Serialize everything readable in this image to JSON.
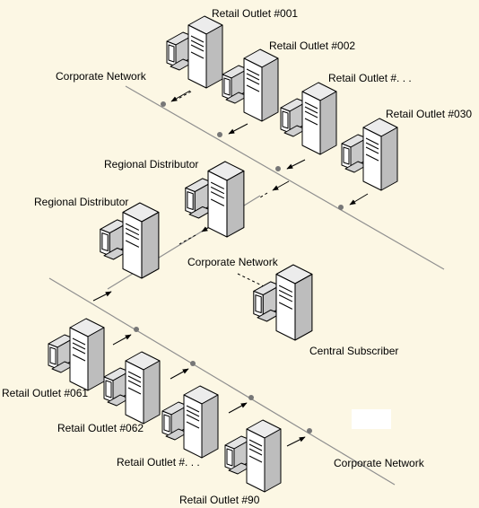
{
  "labels": {
    "outlet_001": "Retail Outlet #001",
    "outlet_002": "Retail Outlet #002",
    "outlet_etc_top": "Retail Outlet #. . .",
    "outlet_030": "Retail Outlet #030",
    "corp_net_top": "Corporate Network",
    "regional_1": "Regional Distributor",
    "regional_2": "Regional Distributor",
    "corp_net_mid": "Corporate Network",
    "central_subscriber": "Central Subscriber",
    "outlet_061": "Retail Outlet #061",
    "outlet_062": "Retail Outlet #062",
    "outlet_etc_bottom": "Retail Outlet #. . .",
    "outlet_90": "Retail Outlet #90",
    "corp_net_bottom": "Corporate Network"
  },
  "colors": {
    "background": "#fcf7e4",
    "network_line": "#8f8f8f",
    "node": "#777777"
  },
  "icons": [
    "computer-tower-icon",
    "crt-monitor-icon",
    "arrow-icon"
  ]
}
